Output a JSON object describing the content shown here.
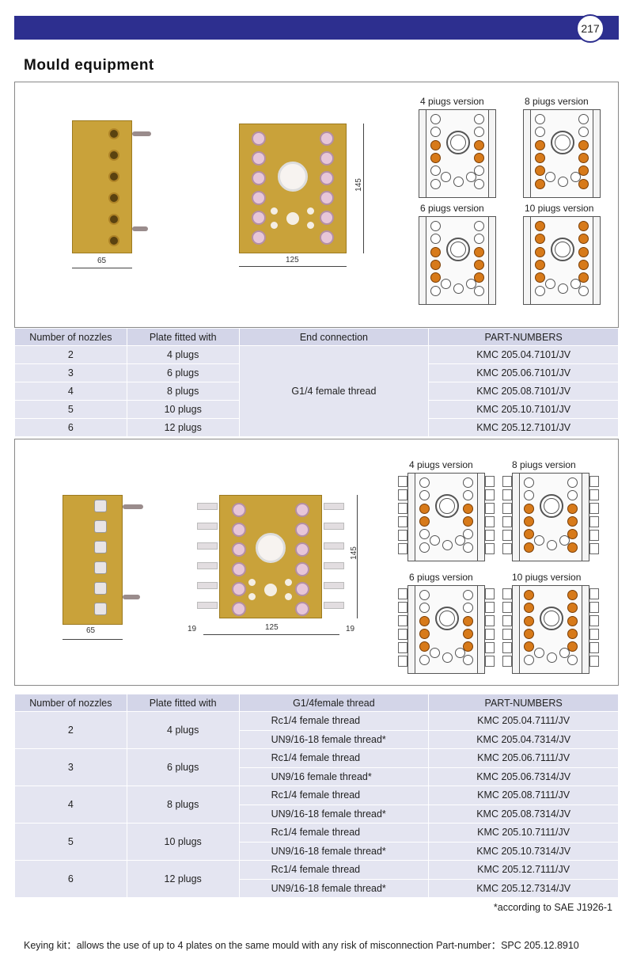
{
  "page_number": "217",
  "title": "Mould equipment",
  "section1": {
    "dims": {
      "side_width": "65",
      "plate_width": "125",
      "plate_height": "145"
    },
    "versions": [
      "4 piugs version",
      "8 piugs version",
      "6 piugs version",
      "10 piugs version"
    ]
  },
  "table1": {
    "headers": [
      "Number of nozzles",
      "Plate fitted with",
      "End connection",
      "PART-NUMBERS"
    ],
    "end_connection": "G1/4 female thread",
    "rows": [
      {
        "nozzles": "2",
        "plugs": "4 plugs",
        "part": "KMC 205.04.7101/JV"
      },
      {
        "nozzles": "3",
        "plugs": "6 plugs",
        "part": "KMC 205.06.7101/JV"
      },
      {
        "nozzles": "4",
        "plugs": "8 plugs",
        "part": "KMC 205.08.7101/JV"
      },
      {
        "nozzles": "5",
        "plugs": "10 plugs",
        "part": "KMC 205.10.7101/JV"
      },
      {
        "nozzles": "6",
        "plugs": "12 plugs",
        "part": "KMC 205.12.7101/JV"
      }
    ]
  },
  "section2": {
    "dims": {
      "side_width": "65",
      "plate_width": "125",
      "plate_height": "145",
      "left_ext": "19",
      "right_ext": "19"
    },
    "versions": [
      "4 piugs version",
      "8 piugs version",
      "6 piugs version",
      "10 piugs version"
    ]
  },
  "table2": {
    "headers": [
      "Number of nozzles",
      "Plate fitted with",
      "G1/4female thread",
      "PART-NUMBERS"
    ],
    "groups": [
      {
        "nozzles": "2",
        "plugs": "4 plugs",
        "rows": [
          {
            "thread": "Rc1/4 female thread",
            "part": "KMC 205.04.7111/JV"
          },
          {
            "thread": "UN9/16-18 female thread*",
            "part": "KMC 205.04.7314/JV"
          }
        ]
      },
      {
        "nozzles": "3",
        "plugs": "6 plugs",
        "rows": [
          {
            "thread": "Rc1/4 female thread",
            "part": "KMC 205.06.7111/JV"
          },
          {
            "thread": "UN9/16 female thread*",
            "part": "KMC 205.06.7314/JV"
          }
        ]
      },
      {
        "nozzles": "4",
        "plugs": "8 plugs",
        "rows": [
          {
            "thread": "Rc1/4 female thread",
            "part": "KMC 205.08.7111/JV"
          },
          {
            "thread": "UN9/16-18 female thread*",
            "part": "KMC 205.08.7314/JV"
          }
        ]
      },
      {
        "nozzles": "5",
        "plugs": "10 plugs",
        "rows": [
          {
            "thread": "Rc1/4 female thread",
            "part": "KMC 205.10.7111/JV"
          },
          {
            "thread": "UN9/16-18 female thread*",
            "part": "KMC 205.10.7314/JV"
          }
        ]
      },
      {
        "nozzles": "6",
        "plugs": "12 plugs",
        "rows": [
          {
            "thread": "Rc1/4 female thread",
            "part": "KMC 205.12.7111/JV"
          },
          {
            "thread": "UN9/16-18 female thread*",
            "part": "KMC 205.12.7314/JV"
          }
        ]
      }
    ]
  },
  "footnote": "*according to SAE J1926-1",
  "keying_kit": "Keying kit：allows the use of up to 4 plates on the same mould with any risk of misconnection  Part-number：SPC 205.12.8910"
}
